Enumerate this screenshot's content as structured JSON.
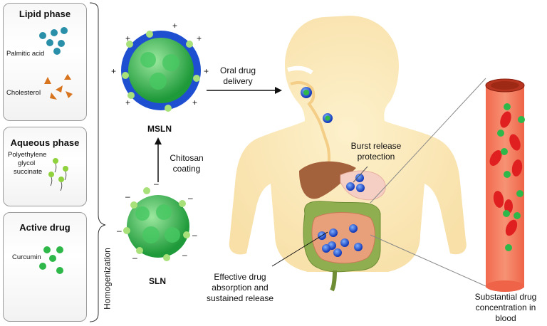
{
  "panels": {
    "lipid": {
      "title": "Lipid phase",
      "item1": "Palmitic acid",
      "item2": "Cholesterol"
    },
    "aqueous": {
      "title": "Aqueous phase",
      "item1_line1": "Polyethylene",
      "item1_line2": "glycol",
      "item1_line3": "succinate"
    },
    "drug": {
      "title": "Active drug",
      "item1": "Curcumin"
    }
  },
  "process": {
    "homogenization": "Homogenization",
    "sln": "SLN",
    "mlsn": "MSLN",
    "coating_line1": "Chitosan",
    "coating_line2": "coating",
    "oral_line1": "Oral drug",
    "oral_line2": "delivery"
  },
  "annotations": {
    "burst_line1": "Burst release",
    "burst_line2": "protection",
    "absorb_line1": "Effective drug",
    "absorb_line2": "absorption and",
    "absorb_line3": "sustained release",
    "blood_line1": "Substantial drug",
    "blood_line2": "concentration in",
    "blood_line3": "blood"
  },
  "colors": {
    "body": "#fbe7b6",
    "chitosan": "#1f4fd1",
    "nanoparticle": "#2fb84a",
    "vessel": "#f47a5c",
    "rbc": "#e02020",
    "palmitic": "#2a8fa8",
    "cholesterol": "#d8741e"
  }
}
